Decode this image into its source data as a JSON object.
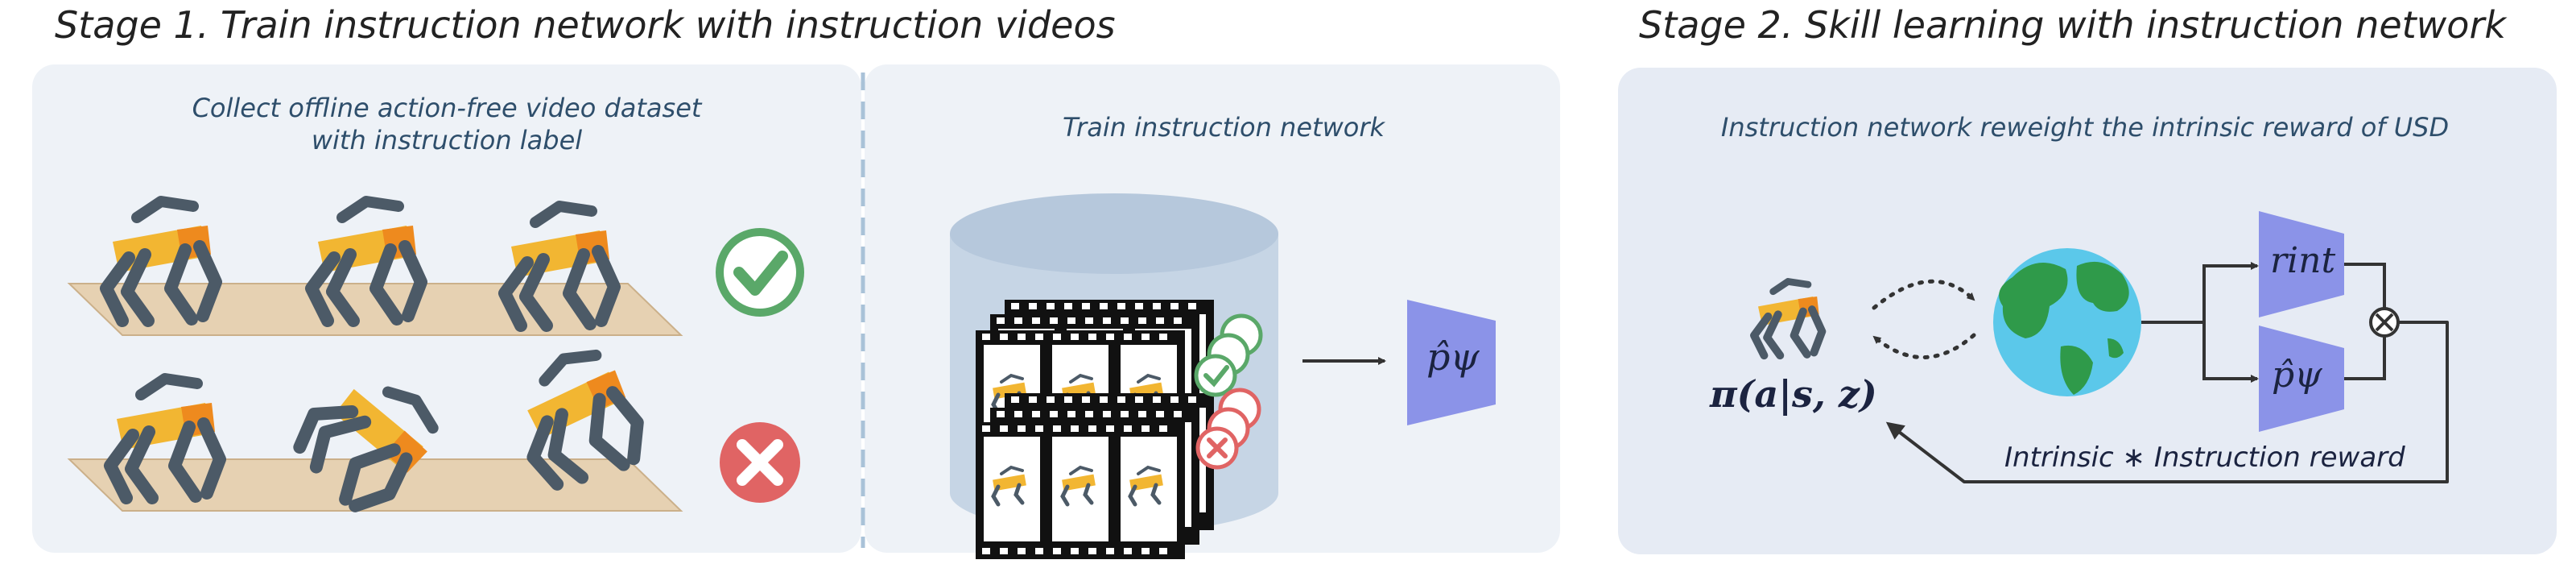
{
  "stage1": {
    "title": "Stage 1. Train instruction network with instruction videos",
    "caption_collect_line1": "Collect offline action-free video dataset",
    "caption_collect_line2": "with instruction label",
    "caption_train": "Train instruction network",
    "network_label": "p̂ψ"
  },
  "stage2": {
    "title": "Stage 2. Skill learning with instruction network",
    "caption": "Instruction network reweight the intrinsic reward of USD",
    "policy_label": "π(a|s, z)",
    "rint_label": "rint",
    "network_label": "p̂ψ",
    "reward_label": "Intrinsic ∗ Instruction reward"
  },
  "colors": {
    "panel_bg": "#eef2f7",
    "panel2_bg": "#e6ebf4",
    "caption": "#2e4e6b",
    "trapezoid": "#8b93e8",
    "check": "#5aa869",
    "cross": "#e06464",
    "robot_body": "#f2b632",
    "robot_joint": "#ee8a1e",
    "robot_leg": "#4c5a67",
    "floor": "#e6d1b2",
    "cylinder": "#c6d5e5",
    "earth_ocean": "#5bc8ea",
    "earth_land": "#2f9a4a"
  }
}
